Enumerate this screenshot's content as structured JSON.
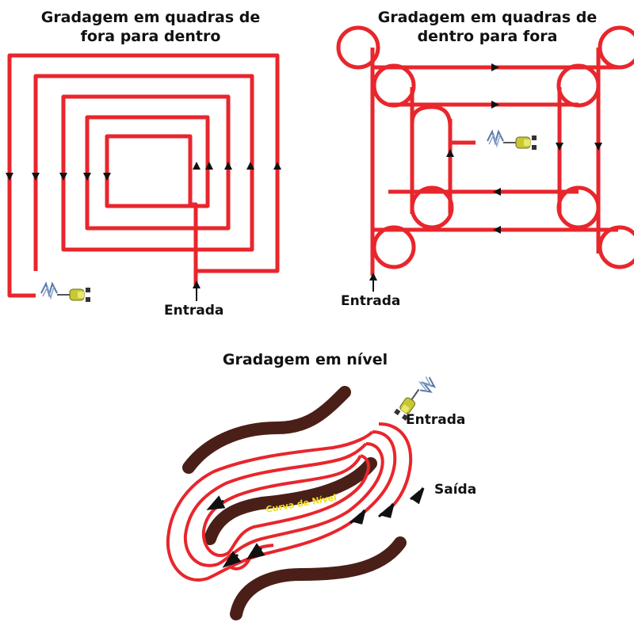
{
  "panels": {
    "outside_in": {
      "title_line1": "Gradagem em quadras de",
      "title_line2": "fora para dentro",
      "entry_label": "Entrada"
    },
    "inside_out": {
      "title_line1": "Gradagem em quadras de",
      "title_line2": "dentro para fora",
      "entry_label": "Entrada"
    },
    "contour": {
      "title": "Gradagem em nível",
      "entry_label": "Entrada",
      "exit_label": "Saída",
      "contour_label": "Curva de Nível"
    }
  },
  "colors": {
    "path": "#e8262c",
    "arrow": "#111111",
    "contour": "#4a1f17",
    "contour_text": "#f2e21a",
    "tractor": "#c8c834"
  }
}
